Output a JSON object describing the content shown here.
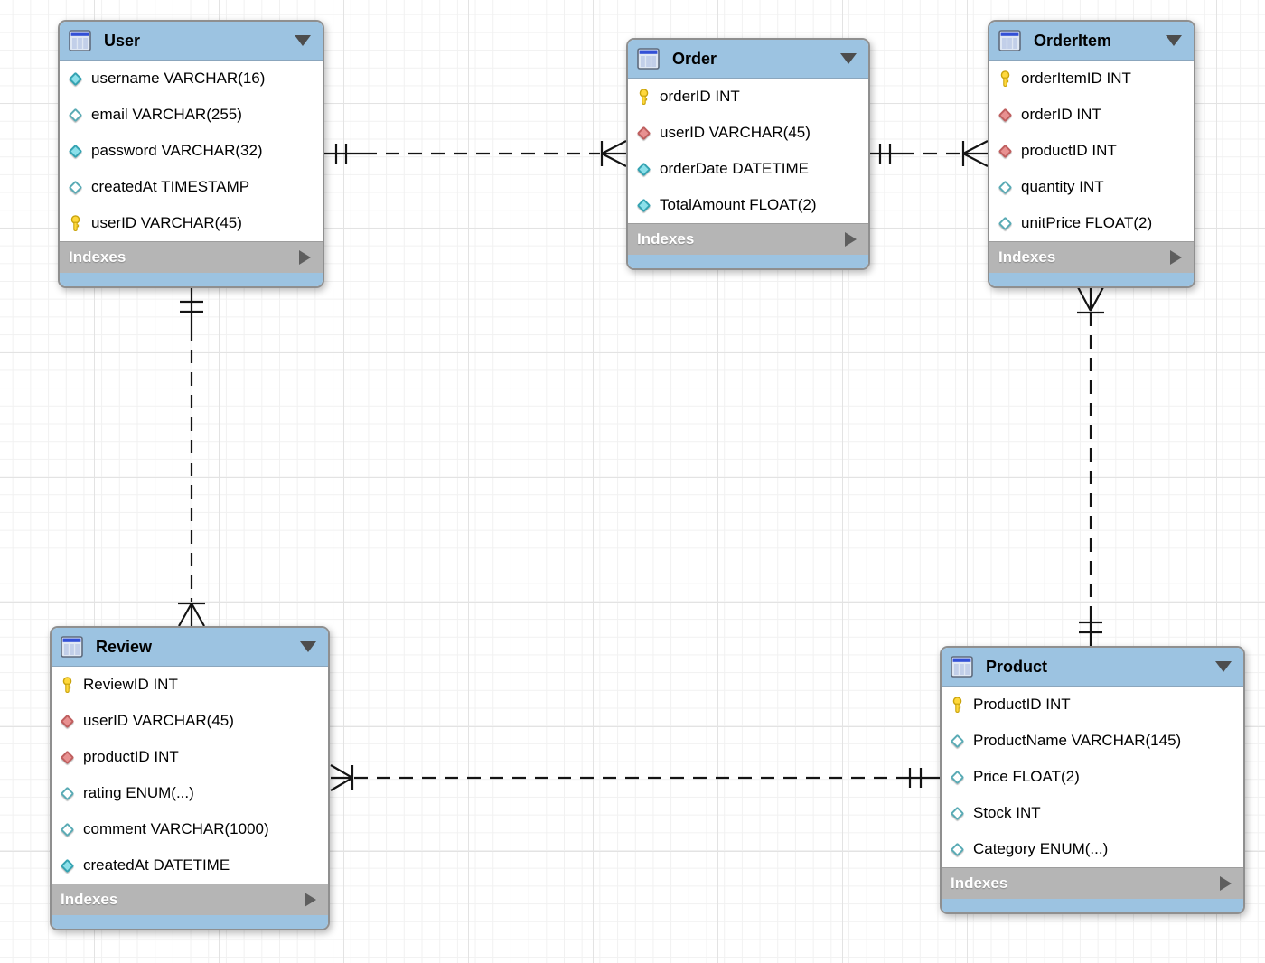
{
  "colors": {
    "table_header_blue": "#9cc3e1",
    "indexes_bar_gray": "#b5b5b5",
    "connector_black": "#141414",
    "primary_key_yellow": "#ffd83d",
    "not_null_cyan": "#8ce0ea",
    "foreign_key_red": "#e89191"
  },
  "tables": [
    {
      "name": "User",
      "footer_label": "Indexes",
      "fields": [
        {
          "icon": "column-notnull-icon",
          "label": "username VARCHAR(16)"
        },
        {
          "icon": "column-nullable-icon",
          "label": "email VARCHAR(255)"
        },
        {
          "icon": "column-notnull-icon",
          "label": "password VARCHAR(32)"
        },
        {
          "icon": "column-nullable-icon",
          "label": "createdAt TIMESTAMP"
        },
        {
          "icon": "primary-key-icon",
          "label": "userID VARCHAR(45)"
        }
      ]
    },
    {
      "name": "Order",
      "footer_label": "Indexes",
      "fields": [
        {
          "icon": "primary-key-icon",
          "label": "orderID INT"
        },
        {
          "icon": "foreign-key-icon",
          "label": "userID VARCHAR(45)"
        },
        {
          "icon": "column-notnull-icon",
          "label": "orderDate DATETIME"
        },
        {
          "icon": "column-notnull-icon",
          "label": "TotalAmount FLOAT(2)"
        }
      ]
    },
    {
      "name": "OrderItem",
      "footer_label": "Indexes",
      "fields": [
        {
          "icon": "primary-key-icon",
          "label": "orderItemID INT"
        },
        {
          "icon": "foreign-key-icon",
          "label": "orderID INT"
        },
        {
          "icon": "foreign-key-icon",
          "label": "productID INT"
        },
        {
          "icon": "column-nullable-icon",
          "label": "quantity INT"
        },
        {
          "icon": "column-nullable-icon",
          "label": "unitPrice FLOAT(2)"
        }
      ]
    },
    {
      "name": "Review",
      "footer_label": "Indexes",
      "fields": [
        {
          "icon": "primary-key-icon",
          "label": "ReviewID INT"
        },
        {
          "icon": "foreign-key-icon",
          "label": "userID VARCHAR(45)"
        },
        {
          "icon": "foreign-key-icon",
          "label": "productID INT"
        },
        {
          "icon": "column-nullable-icon",
          "label": "rating ENUM(...)"
        },
        {
          "icon": "column-nullable-icon",
          "label": "comment VARCHAR(1000)"
        },
        {
          "icon": "column-notnull-icon",
          "label": "createdAt DATETIME"
        }
      ]
    },
    {
      "name": "Product",
      "footer_label": "Indexes",
      "fields": [
        {
          "icon": "primary-key-icon",
          "label": "ProductID INT"
        },
        {
          "icon": "column-nullable-icon",
          "label": "ProductName VARCHAR(145)"
        },
        {
          "icon": "column-nullable-icon",
          "label": "Price FLOAT(2)"
        },
        {
          "icon": "column-nullable-icon",
          "label": "Stock INT"
        },
        {
          "icon": "column-nullable-icon",
          "label": "Category ENUM(...)"
        }
      ]
    }
  ],
  "relationships": [
    {
      "from": "User",
      "from_cardinality": "one-and-only-one",
      "to": "Order",
      "to_cardinality": "one-or-many",
      "line_style": "dashed"
    },
    {
      "from": "Order",
      "from_cardinality": "one-and-only-one",
      "to": "OrderItem",
      "to_cardinality": "one-or-many",
      "line_style": "dashed"
    },
    {
      "from": "User",
      "from_cardinality": "one-and-only-one",
      "to": "Review",
      "to_cardinality": "one-or-many",
      "line_style": "dashed"
    },
    {
      "from": "Product",
      "from_cardinality": "one-and-only-one",
      "to": "OrderItem",
      "to_cardinality": "one-or-many",
      "line_style": "dashed"
    },
    {
      "from": "Product",
      "from_cardinality": "one-and-only-one",
      "to": "Review",
      "to_cardinality": "one-or-many",
      "line_style": "dashed"
    }
  ]
}
